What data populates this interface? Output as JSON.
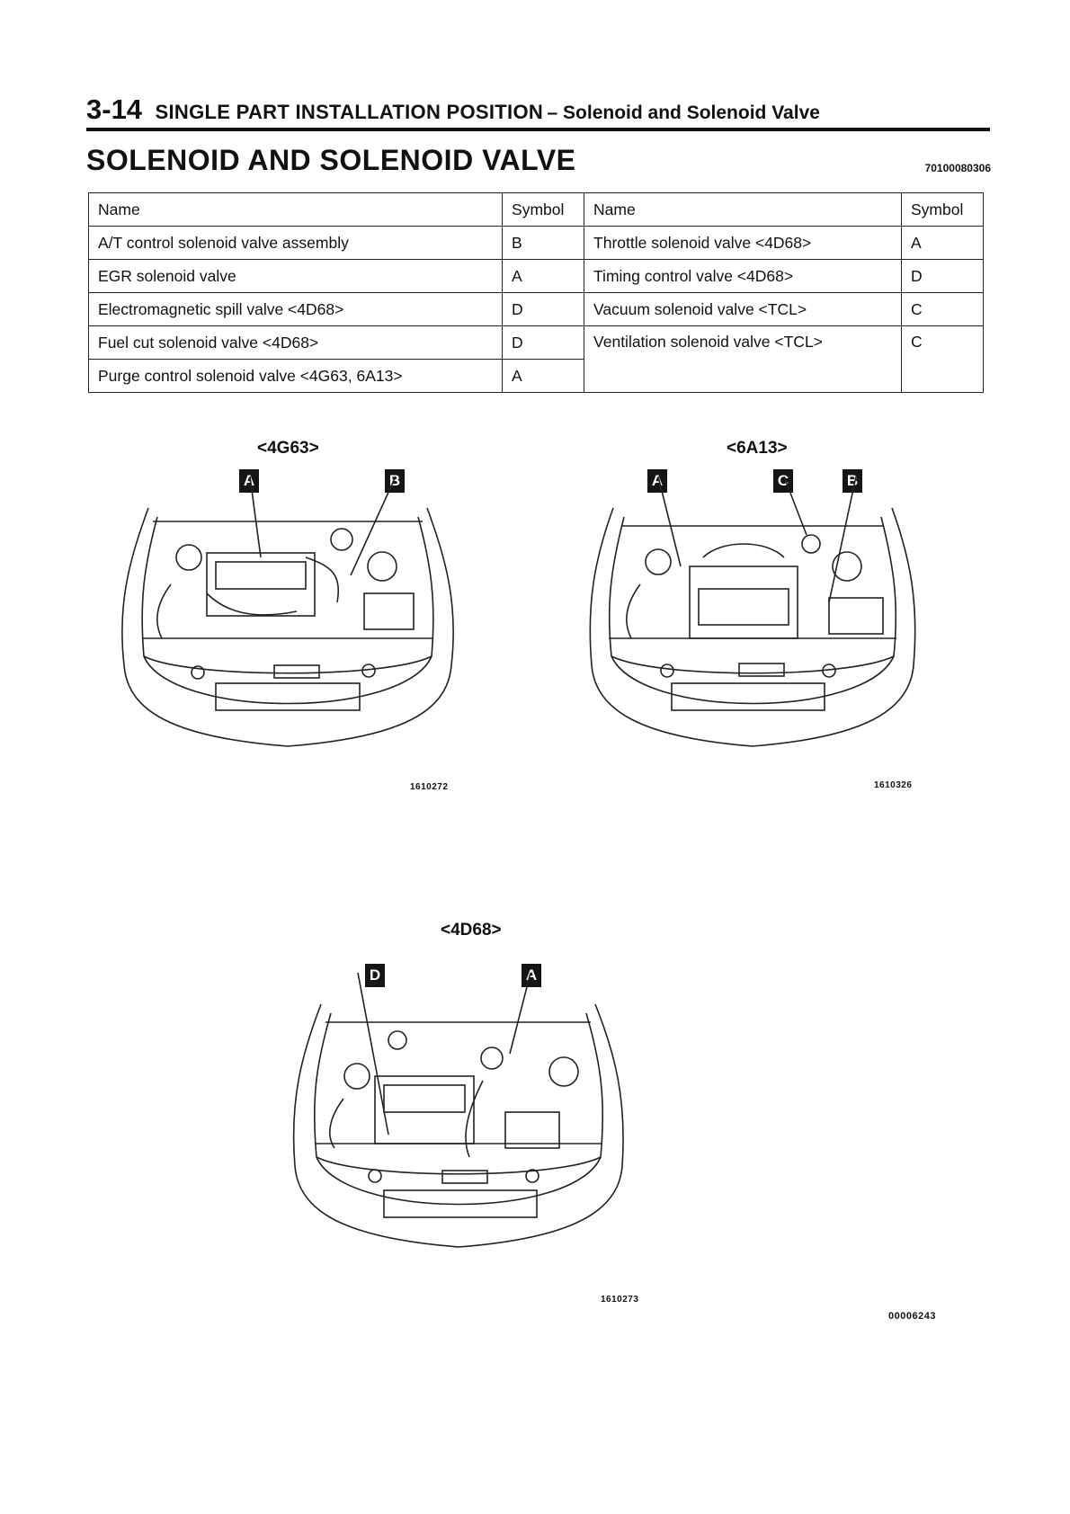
{
  "header": {
    "code": "3-14",
    "title": "SINGLE PART INSTALLATION POSITION",
    "subtitle": "– Solenoid and Solenoid Valve"
  },
  "page_title": "SOLENOID AND SOLENOID VALVE",
  "doc_code": "70100080306",
  "table": {
    "col_name": "Name",
    "col_symbol": "Symbol",
    "left_rows": [
      {
        "name": "A/T control solenoid valve assembly",
        "symbol": "B"
      },
      {
        "name": "EGR solenoid valve",
        "symbol": "A"
      },
      {
        "name": "Electromagnetic spill valve <4D68>",
        "symbol": "D"
      },
      {
        "name": "Fuel cut solenoid valve <4D68>",
        "symbol": "D"
      },
      {
        "name": "Purge control solenoid valve <4G63, 6A13>",
        "symbol": "A"
      }
    ],
    "right_rows": [
      {
        "name": "Throttle solenoid valve <4D68>",
        "symbol": "A"
      },
      {
        "name": "Timing control valve <4D68>",
        "symbol": "D"
      },
      {
        "name": "Vacuum solenoid valve <TCL>",
        "symbol": "C"
      },
      {
        "name": "Ventilation solenoid valve <TCL>",
        "symbol": "C"
      }
    ]
  },
  "figures": {
    "g63": {
      "label": "<4G63>",
      "code": "1610272",
      "callouts": [
        "A",
        "B"
      ]
    },
    "a13": {
      "label": "<6A13>",
      "code": "1610326",
      "callouts": [
        "A",
        "C",
        "B"
      ]
    },
    "d68": {
      "label": "<4D68>",
      "code": "1610273",
      "callouts": [
        "D",
        "A"
      ]
    }
  },
  "footer_code": "00006243"
}
